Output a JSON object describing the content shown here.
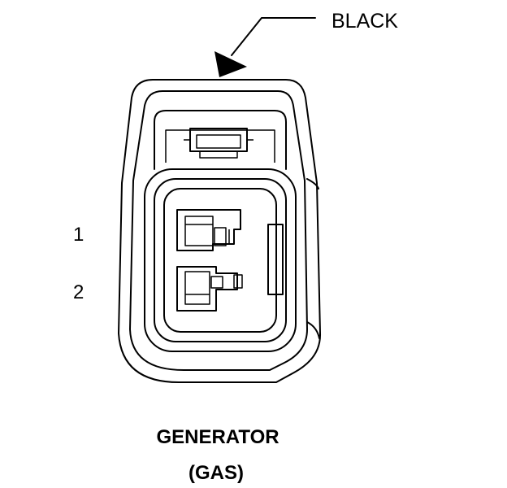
{
  "wire_color_label": "BLACK",
  "pins": [
    {
      "number": "1"
    },
    {
      "number": "2"
    }
  ],
  "caption": {
    "line1": "GENERATOR",
    "line2": "(GAS)"
  }
}
